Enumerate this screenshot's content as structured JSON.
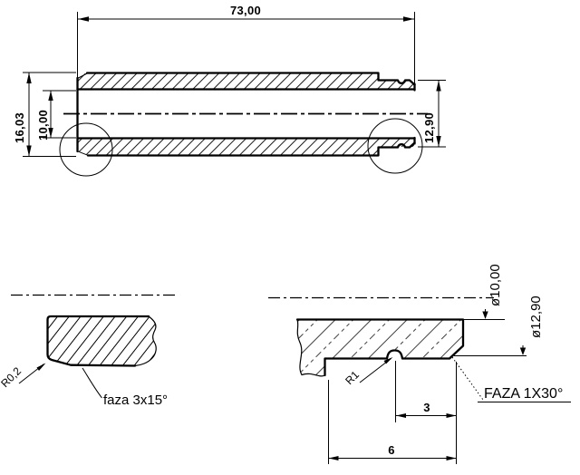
{
  "drawing": {
    "colors": {
      "line": "#000000",
      "background": "#ffffff"
    },
    "main_view": {
      "length_dim": "73,00",
      "outer_diameter_dim": "16,03",
      "bore_diameter_dim": "10,00",
      "end_diameter_dim": "12,90"
    },
    "detail_left": {
      "corner_radius_label": "R0,2",
      "chamfer_label": "faza 3x15°"
    },
    "detail_right": {
      "groove_radius_label": "R1",
      "groove_to_end_dim": "3",
      "reduced_section_length_dim": "6",
      "chamfer_label": "FAZA 1X30°",
      "bore_diameter_label": "ø10,00",
      "outer_diameter_label": "ø12,90"
    }
  }
}
